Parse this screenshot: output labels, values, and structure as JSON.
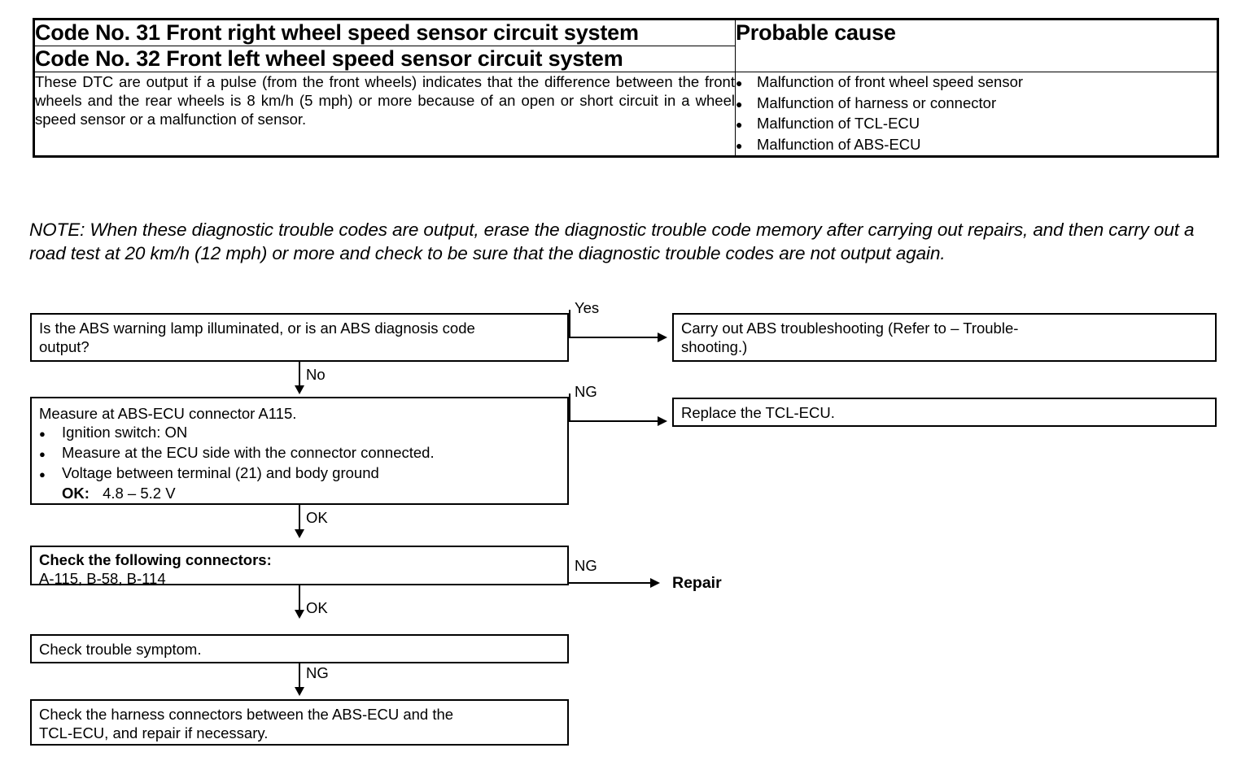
{
  "table": {
    "code_rows": [
      "Code No. 31 Front right wheel speed sensor circuit system",
      "Code No. 32 Front left wheel speed sensor circuit system"
    ],
    "probable_cause_header": "Probable cause",
    "description": "These DTC are output if a pulse (from the front wheels) indicates that the difference between the front wheels and the rear wheels is 8 km/h (5 mph) or more because of an open or short circuit in a wheel speed sensor or a malfunction of sensor.",
    "causes": [
      "Malfunction of front wheel speed sensor",
      "Malfunction of harness or connector",
      "Malfunction of TCL-ECU",
      "Malfunction of ABS-ECU"
    ],
    "bullet_glyph": "●"
  },
  "note": "NOTE: When these diagnostic trouble codes are output, erase the diagnostic trouble code memory after carrying out repairs, and then carry out a road test at 20 km/h (12 mph) or more and check to be sure that the diagnostic trouble codes are not output again.",
  "flow": {
    "step1": {
      "line1": "Is the ABS warning lamp illuminated, or is an ABS diagnosis code",
      "line2": "output?"
    },
    "step1_yes_box": {
      "line1": "Carry out ABS troubleshooting (Refer to  – Trouble-",
      "line2": "shooting.)"
    },
    "step2": {
      "title": "Measure at ABS-ECU connector A115.",
      "bullets": [
        "Ignition switch: ON",
        "Measure at the ECU side with the connector connected.",
        "Voltage between terminal (21) and body ground"
      ],
      "ok_label": "OK:",
      "ok_value": "4.8 – 5.2 V"
    },
    "step2_ng_box": "Replace the TCL-ECU.",
    "step3": {
      "title": "Check the following connectors:",
      "detail": "A-115, B-58, B-114"
    },
    "step3_ng_text": "Repair",
    "step4": "Check trouble symptom.",
    "step5": {
      "line1": "Check the harness connectors between the ABS-ECU and  the",
      "line2": "TCL-ECU, and repair if necessary."
    },
    "labels": {
      "yes": "Yes",
      "no": "No",
      "ng1": "NG",
      "ok1": "OK",
      "ng2": "NG",
      "ok2": "OK",
      "ng3": "NG"
    }
  }
}
